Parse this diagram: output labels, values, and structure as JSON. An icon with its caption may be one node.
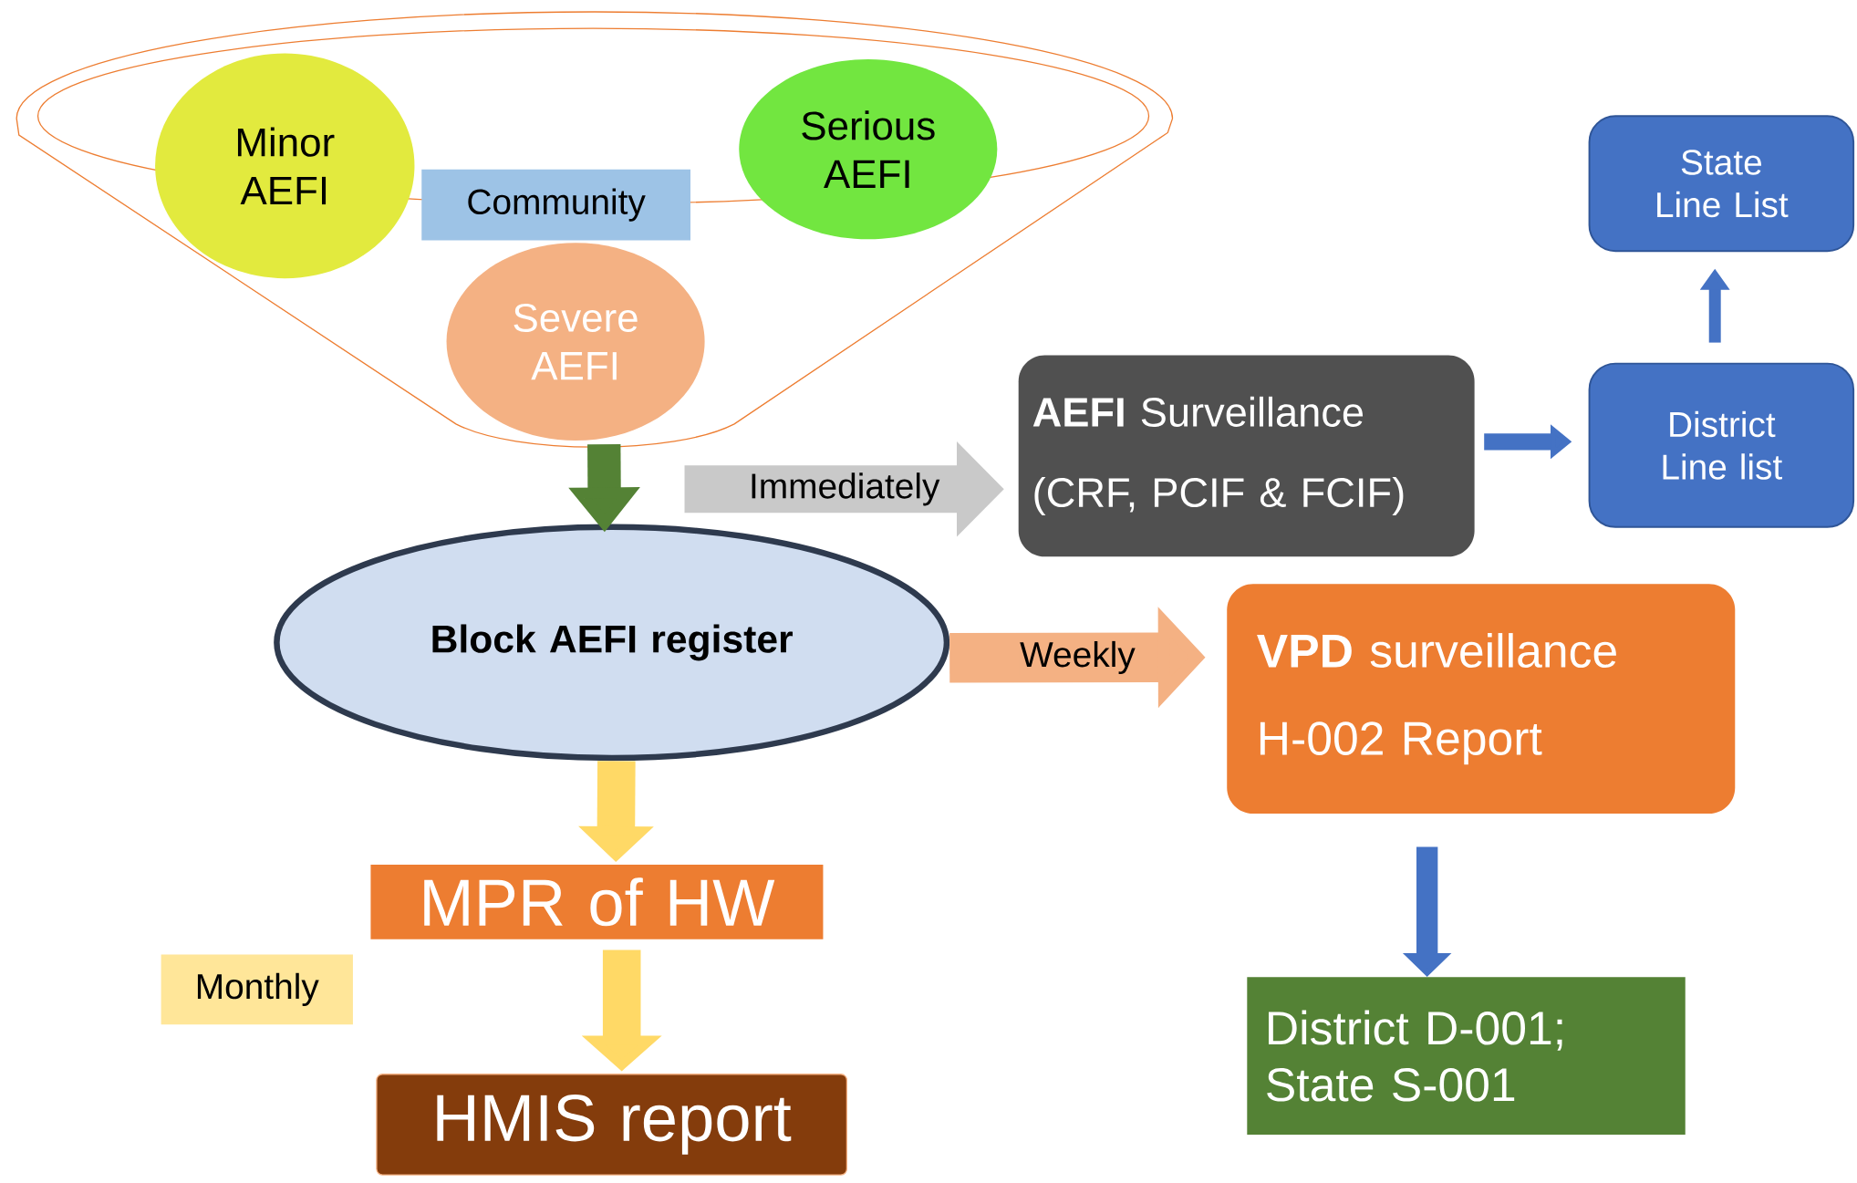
{
  "diagram": {
    "nodes": [
      {
        "text": [],
        "shape": "funnel"
      },
      {
        "text": [
          "Minor AEFI"
        ],
        "in": 0
      },
      {
        "text": [
          "Serious AEFI"
        ],
        "in": 0
      },
      {
        "text": [
          "Community"
        ],
        "in": 0
      },
      {
        "text": [
          "Severe AEFI"
        ],
        "in": 0
      },
      {
        "text": [
          "**AEFI** Surveillance",
          "(CRF, PCIF & FCIF)"
        ]
      },
      {
        "text": [
          "State Line List"
        ]
      },
      {
        "text": [
          "District Line list"
        ]
      },
      {
        "text": [
          "Block AEFI register"
        ]
      },
      {
        "text": [
          "**VPD** surveillance",
          "H-002 Report"
        ]
      },
      {
        "text": [
          "MPR of HW"
        ]
      },
      {
        "text": [
          "Monthly"
        ]
      },
      {
        "text": [
          "HMIS report"
        ]
      },
      {
        "text": [
          "District D-001; State S-001"
        ]
      }
    ],
    "edges": [
      {
        "from": 0,
        "to": 8,
        "arrow": "to",
        "color": "#548235"
      },
      {
        "from": null,
        "to": 5,
        "arrow": "to",
        "label": "Immediately",
        "color": "#c9c9c9"
      },
      {
        "from": 5,
        "to": 7,
        "arrow": "to"
      },
      {
        "from": 7,
        "to": 6,
        "arrow": "to"
      },
      {
        "from": 8,
        "to": 9,
        "arrow": "to",
        "label": "Weekly",
        "color": "#f4b183"
      },
      {
        "from": 8,
        "to": 10,
        "arrow": "to",
        "color": "#ffd966"
      },
      {
        "from": 10,
        "to": 12,
        "arrow": "to",
        "color": "#ffd966"
      },
      {
        "from": 9,
        "to": 13,
        "arrow": "to"
      }
    ]
  }
}
